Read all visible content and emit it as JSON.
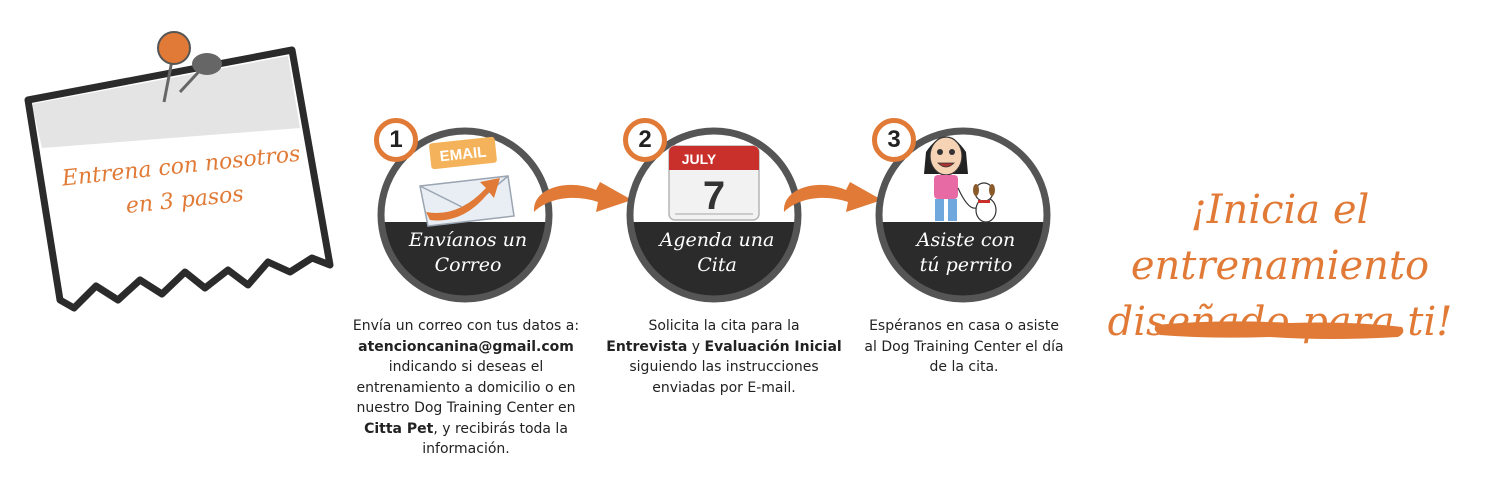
{
  "note": {
    "line1": "Entrena con nosotros",
    "line2": "en 3 pasos"
  },
  "steps": [
    {
      "number": "1",
      "label_line1": "Envíanos un",
      "label_line2": "Correo",
      "icon_text": "EMAIL",
      "desc": {
        "t1": "Envía un correo con tus datos a:",
        "email": "atencioncanina@gmail.com",
        "t2": "indicando si deseas el entrenamiento a domicilio o en nuestro Dog Training Center en",
        "brand": "Citta Pet",
        "t3": ", y recibirás toda la información."
      }
    },
    {
      "number": "2",
      "label_line1": "Agenda una",
      "label_line2": "Cita",
      "calendar_month": "JULY",
      "calendar_day": "7",
      "desc": {
        "t1": "Solicita la cita para la",
        "b1": "Entrevista",
        "t2": "y",
        "b2": "Evaluación Inicial",
        "t3": "siguiendo las instrucciones enviadas por E-mail."
      }
    },
    {
      "number": "3",
      "label_line1": "Asiste con",
      "label_line2": "tú perrito",
      "desc": {
        "t1": "Espéranos en casa o asiste al Dog Training Center el día de la cita."
      }
    }
  ],
  "cta": {
    "line1": "¡Inicia el entrenamiento",
    "line2": "diseñado para ti!"
  },
  "colors": {
    "accent": "#e07a36",
    "dark": "#2b2b2b",
    "ring": "#555555",
    "paper_band": "#e4e4e4"
  },
  "icons": [
    "pushpin-icon",
    "email-envelope-icon",
    "calendar-icon",
    "woman-with-dog-icon",
    "curved-arrow-icon"
  ]
}
